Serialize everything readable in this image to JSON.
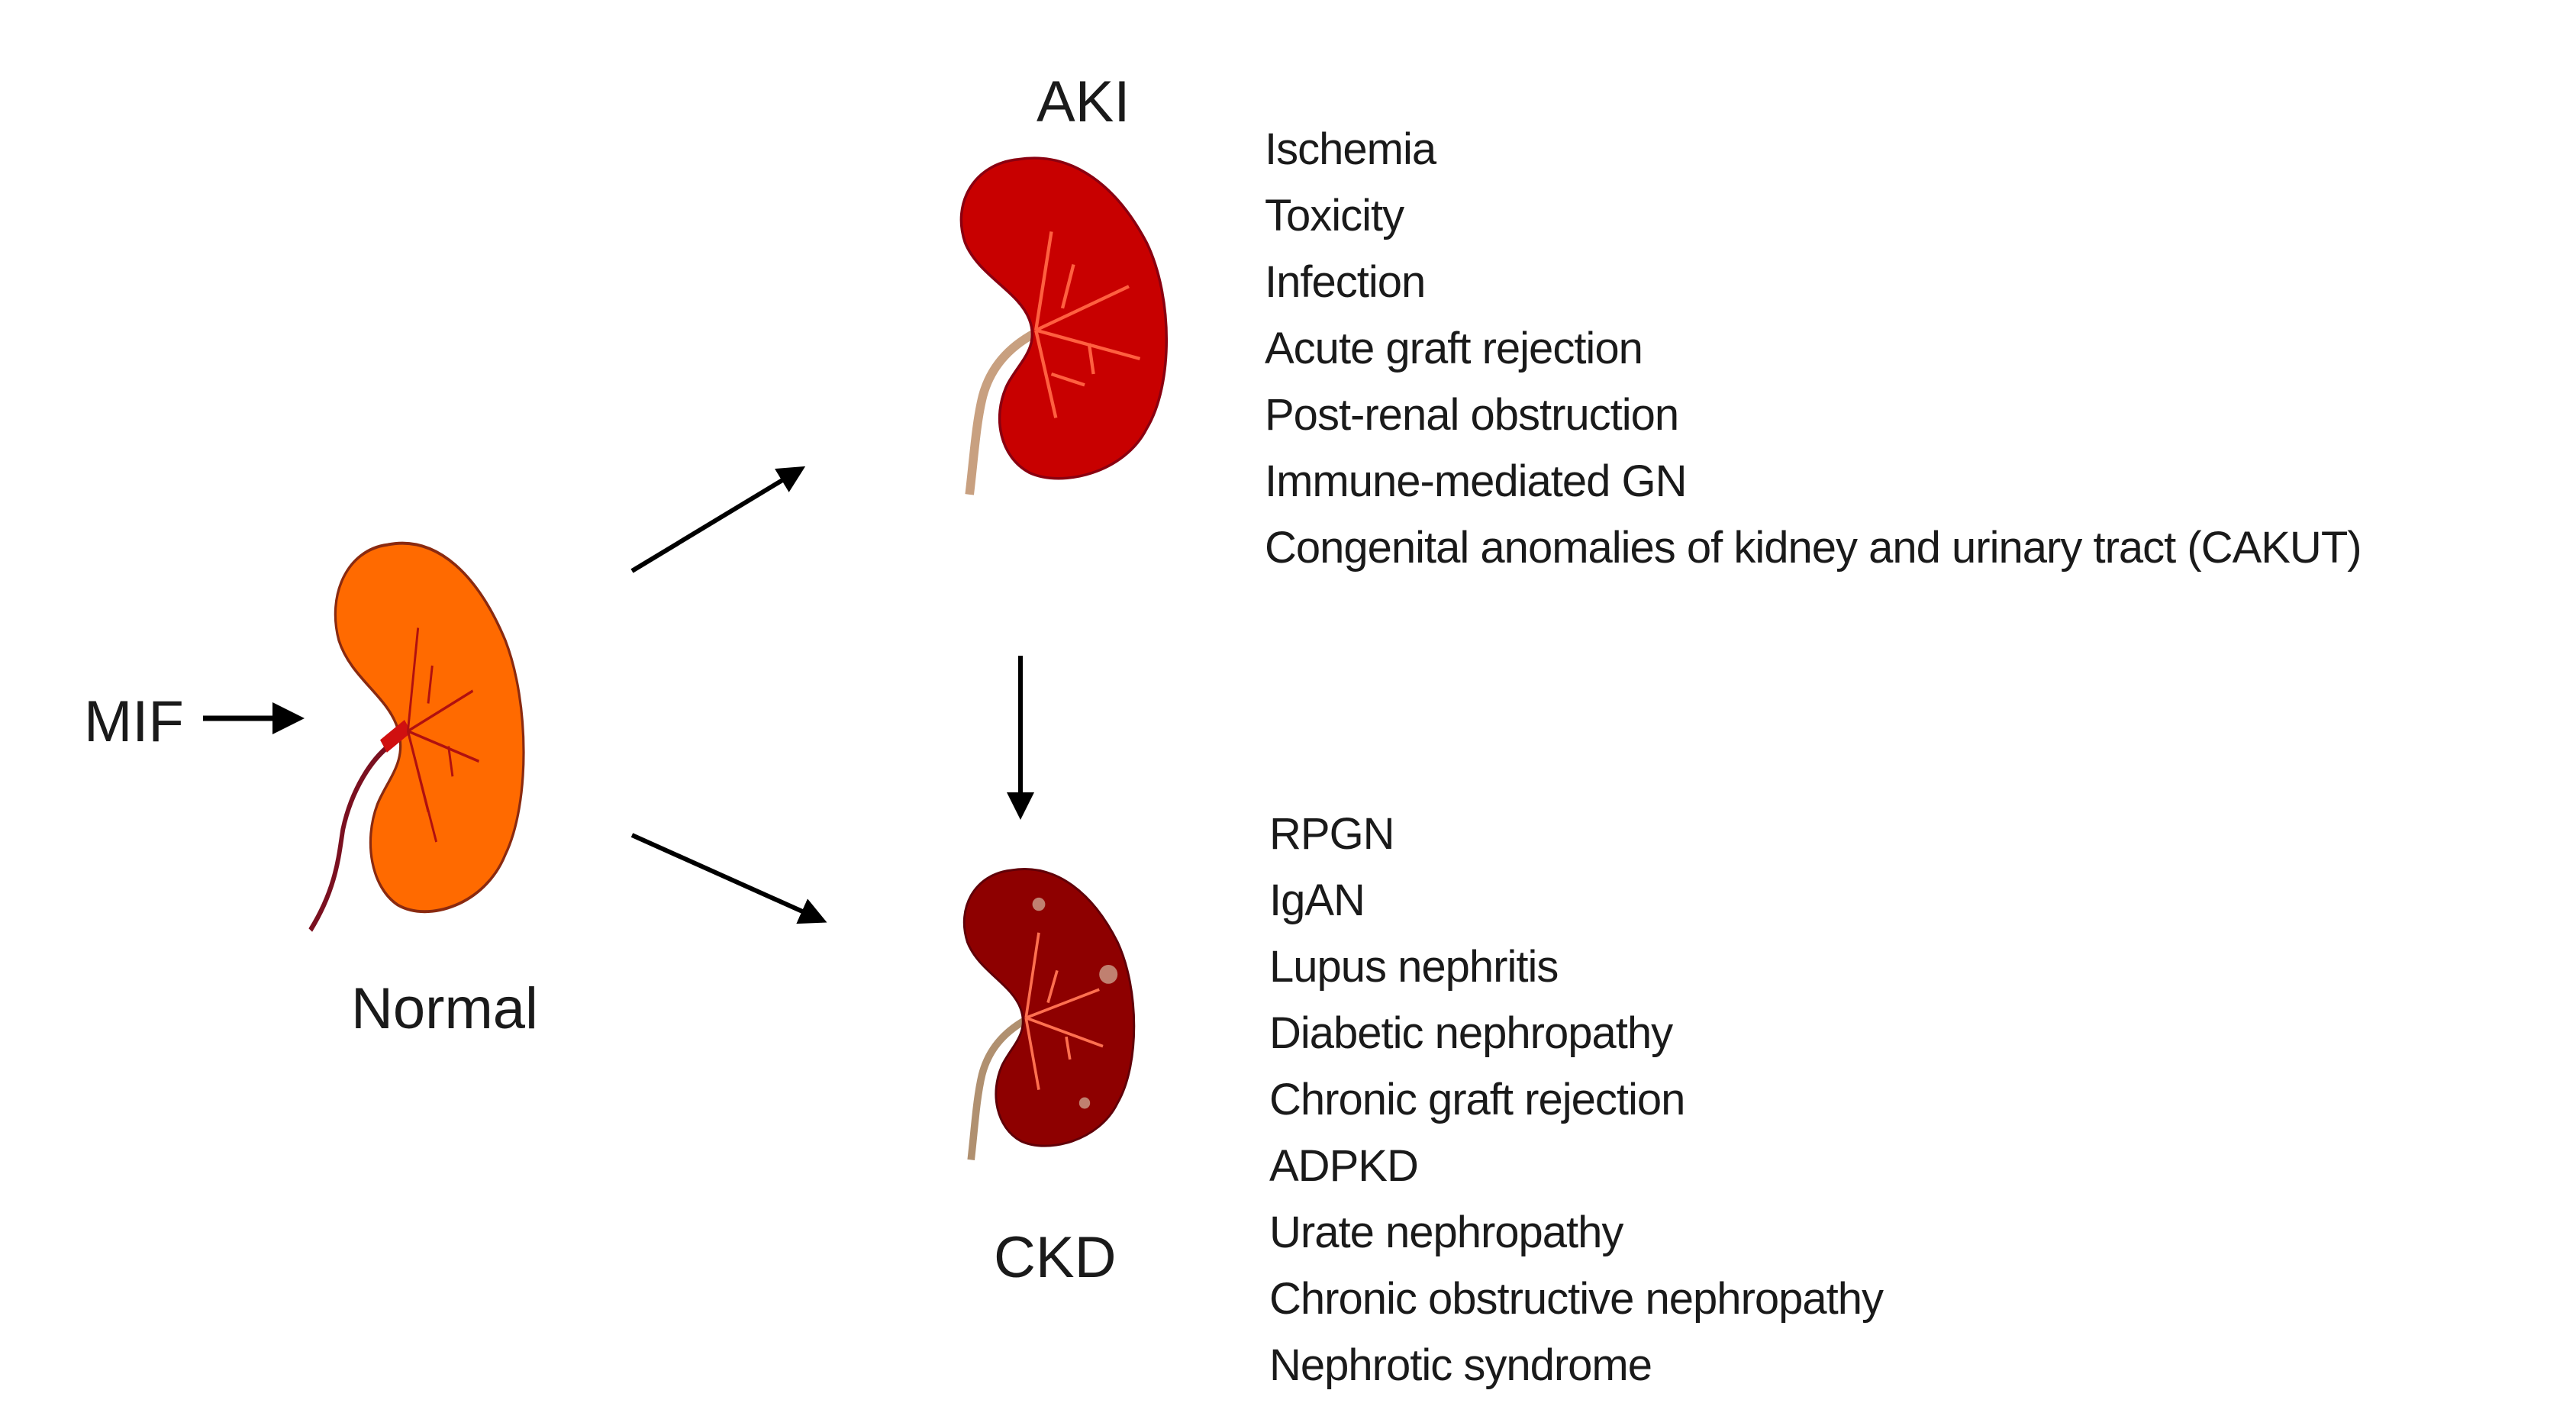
{
  "labels": {
    "mif": "MIF",
    "normal": "Normal",
    "aki": "AKI",
    "ckd": "CKD"
  },
  "aki_causes": [
    "Ischemia",
    "Toxicity",
    "Infection",
    "Acute graft rejection",
    "Post-renal obstruction",
    "Immune-mediated GN",
    "Congenital anomalies of kidney and urinary tract (CAKUT)"
  ],
  "ckd_causes": [
    "RPGN",
    "IgAN",
    "Lupus nephritis",
    "Diabetic nephropathy",
    "Chronic graft rejection",
    "ADPKD",
    "Urate nephropathy",
    "Chronic obstructive nephropathy",
    "Nephrotic syndrome"
  ],
  "colors": {
    "normal_kidney": "#ff6a00",
    "aki_kidney": "#c80000",
    "ckd_kidney": "#8e0000",
    "arrow": "#000000"
  }
}
